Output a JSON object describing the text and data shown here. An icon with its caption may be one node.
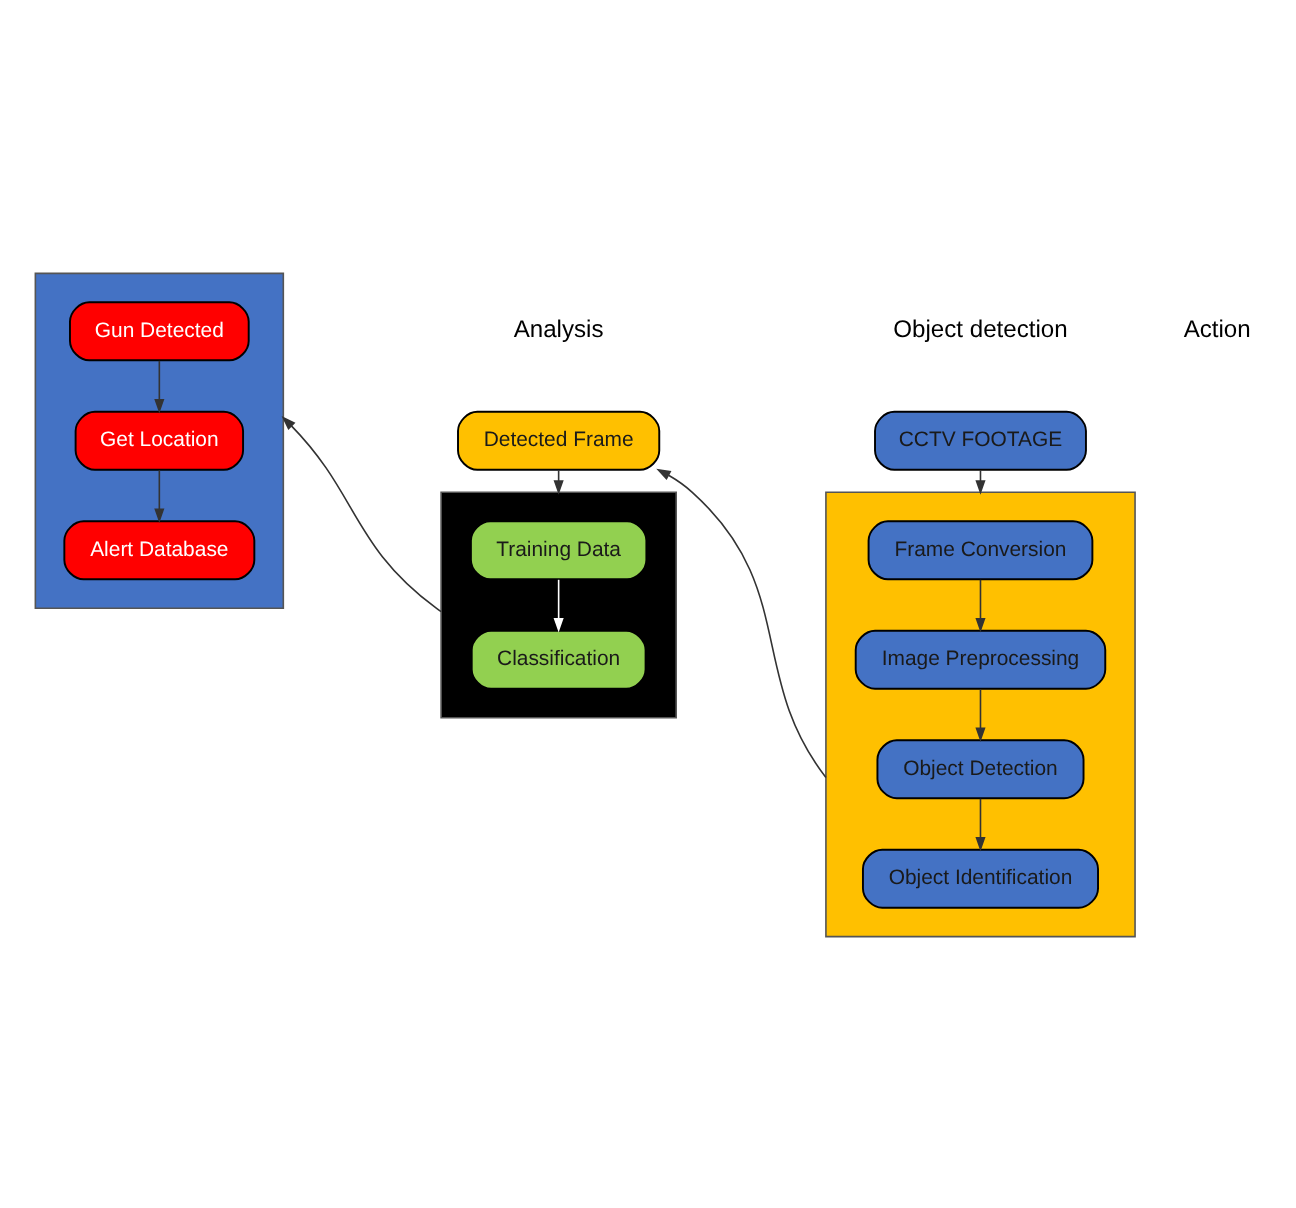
{
  "diagram": {
    "nodes": [
      {
        "text": [
          "CCTV FOOTAGE"
        ]
      },
      {
        "text": [],
        "shape": "box"
      },
      {
        "text": [
          "Frame Conversion"
        ],
        "in": 1
      },
      {
        "text": [
          "Image Preprocessing"
        ],
        "in": 1
      },
      {
        "text": [
          "Object Detection"
        ],
        "in": 1
      },
      {
        "text": [
          "Object Identification"
        ],
        "in": 1
      },
      {
        "text": [
          "Detected Frame"
        ]
      },
      {
        "text": [],
        "shape": "box"
      },
      {
        "text": [
          "Training Data"
        ],
        "in": 7
      },
      {
        "text": [
          "Classification"
        ],
        "in": 7
      },
      {
        "text": [],
        "shape": "box"
      },
      {
        "text": [
          "Gun Detected"
        ],
        "in": 10
      },
      {
        "text": [
          "Get Location"
        ],
        "in": 10
      },
      {
        "text": [
          "Alert Database"
        ],
        "in": 10
      }
    ],
    "edges": [
      {
        "from": 0,
        "to": 1,
        "arrow": "to"
      },
      {
        "from": 2,
        "to": 3,
        "arrow": "to"
      },
      {
        "from": 3,
        "to": 4,
        "arrow": "to"
      },
      {
        "from": 4,
        "to": 5,
        "arrow": "to"
      },
      {
        "from": 1,
        "to": 6,
        "arrow": "to"
      },
      {
        "from": 6,
        "to": 7,
        "arrow": "to"
      },
      {
        "from": 8,
        "to": 9,
        "arrow": "to",
        "color": "#ffffff"
      },
      {
        "from": 7,
        "to": 10,
        "arrow": "to"
      },
      {
        "from": 11,
        "to": 12,
        "arrow": "to"
      },
      {
        "from": 12,
        "to": 13,
        "arrow": "to"
      }
    ],
    "labels": [
      "Object detection",
      "Analysis",
      "Action"
    ]
  }
}
